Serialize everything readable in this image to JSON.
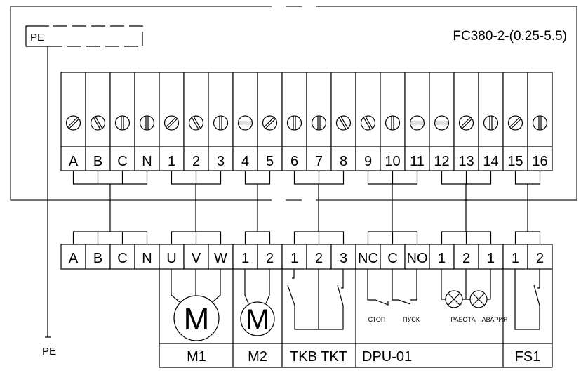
{
  "device_title": "FC380-2-(0.25-5.5)",
  "pe_box_label": "PE",
  "pe_ground_label": "PE",
  "upper_terminals": [
    "A",
    "B",
    "C",
    "N",
    "1",
    "2",
    "3",
    "4",
    "5",
    "6",
    "7",
    "8",
    "9",
    "10",
    "11",
    "12",
    "13",
    "14",
    "15",
    "16"
  ],
  "lower_terminals": [
    "A",
    "B",
    "C",
    "N",
    "U",
    "V",
    "W",
    "1",
    "2",
    "1",
    "2",
    "3",
    "NC",
    "C",
    "NO",
    "1",
    "2",
    "1",
    "1",
    "2"
  ],
  "motor_symbol": "M",
  "devices": {
    "m1": "M1",
    "m2": "M2",
    "tkb_tkt": "TKB TKT",
    "dpu": "DPU-01",
    "fs1": "FS1"
  },
  "dpu_labels": {
    "stop": "СТОП",
    "start": "ПУСК",
    "run": "РАБОТА",
    "fault": "АВАРИЯ"
  }
}
